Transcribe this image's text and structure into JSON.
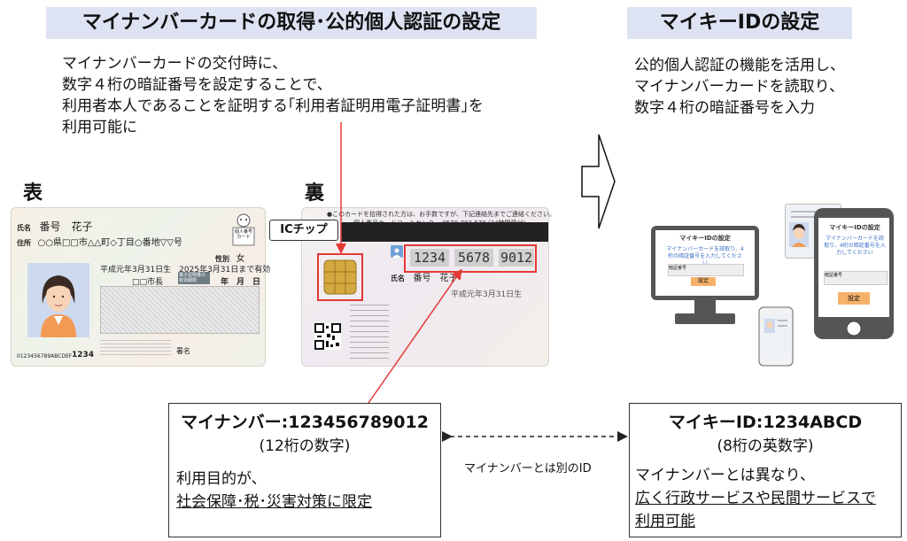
{
  "left": {
    "title": "マイナンバーカードの取得･公的個人認証の設定",
    "desc": [
      "マイナンバーカードの交付時に、",
      "数字４桁の暗証番号を設定することで、",
      "利用者本人であることを証明する｢利用者証明用電子証明書｣を",
      "利用可能に"
    ],
    "front_label": "表",
    "back_label": "裏",
    "ic_chip_label": "ICチップ",
    "front_card": {
      "name_label": "氏名",
      "name": "番号　花子",
      "address_label": "住所",
      "address": "○○県□□市△△町◇丁目○番地▽▽号",
      "sex_label": "性別",
      "sex": "女",
      "birth_expiry": "平成元年3月31日生　2025年3月31日まで有効",
      "office": "□□市長",
      "ymd": "年　月　日",
      "badge": "個人番号カード",
      "cert_label": "電子証明書の有効期限",
      "id_bottom": "0123456789ABCDEF",
      "code": "1234",
      "memo": "署名"
    },
    "back_card": {
      "notice": "●このカードを拾得された方は、お手数ですが、下記連絡先までご連絡ください。",
      "contact": "個人番号カードコールセンター 0570-783-578 (24時間受付)",
      "numbers": [
        "1234",
        "5678",
        "9012"
      ],
      "name_label": "氏名",
      "name": "番号　花子",
      "birth": "平成元年3月31日生"
    },
    "info_box": {
      "title": "マイナンバー:123456789012",
      "sub": "(12桁の数字)",
      "body_line1": "利用目的が、",
      "body_line2": "社会保障･税･災害対策に限定"
    }
  },
  "middle": {
    "relation_label": "マイナンバーとは別のID"
  },
  "right": {
    "title": "マイキーIDの設定",
    "desc": [
      "公的個人認証の機能を活用し、",
      "マイナンバーカードを読取り、",
      "数字４桁の暗証番号を入力"
    ],
    "monitor": {
      "title": "マイキーIDの設定",
      "text": "マイナンバーカードを読取り、4桁の暗証番号を入力してください",
      "field_label": "暗証番号",
      "button": "設定"
    },
    "phone": {
      "title": "マイキーIDの設定",
      "text": "マイナンバーカードを読取り、4桁の暗証番号を入力してください",
      "field_label": "暗証番号",
      "button": "設定"
    },
    "info_box": {
      "title": "マイキーID:1234ABCD",
      "sub": "(8桁の英数字)",
      "body_line1": "マイナンバーとは異なり、",
      "body_line2": "広く行政サービスや民間サービスで",
      "body_line3": "利用可能"
    }
  },
  "colors": {
    "banner_bg": "#dde3f3",
    "highlight_red": "#e53935",
    "button_orange": "#f6b26b"
  }
}
